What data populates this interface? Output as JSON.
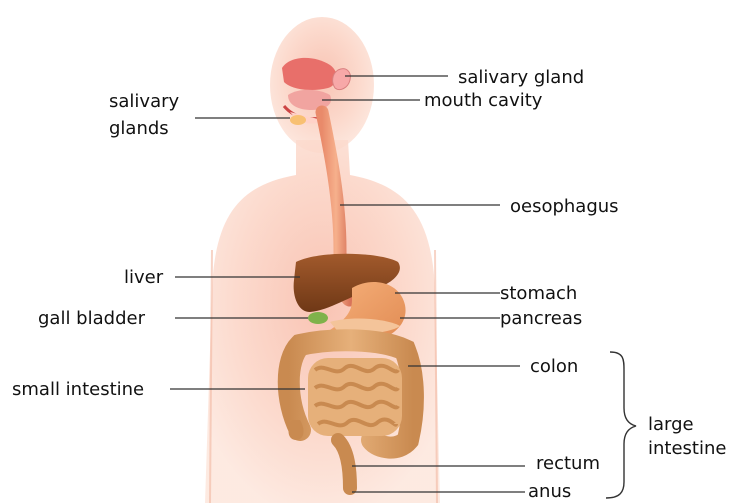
{
  "labels": {
    "salivary_gland": "salivary gland",
    "mouth_cavity": "mouth cavity",
    "salivary_glands_line1": "salivary",
    "salivary_glands_line2": "glands",
    "oesophagus": "oesophagus",
    "liver": "liver",
    "stomach": "stomach",
    "gall_bladder": "gall bladder",
    "pancreas": "pancreas",
    "colon": "colon",
    "small_intestine": "small intestine",
    "large_intestine_line1": "large",
    "large_intestine_line2": "intestine",
    "rectum": "rectum",
    "anus": "anus"
  },
  "colors": {
    "body": "#fbd6c8",
    "liver": "#8b4a20",
    "stomach": "#f0a26a",
    "intestine": "#d99a5c",
    "leader_line": "#333333"
  }
}
